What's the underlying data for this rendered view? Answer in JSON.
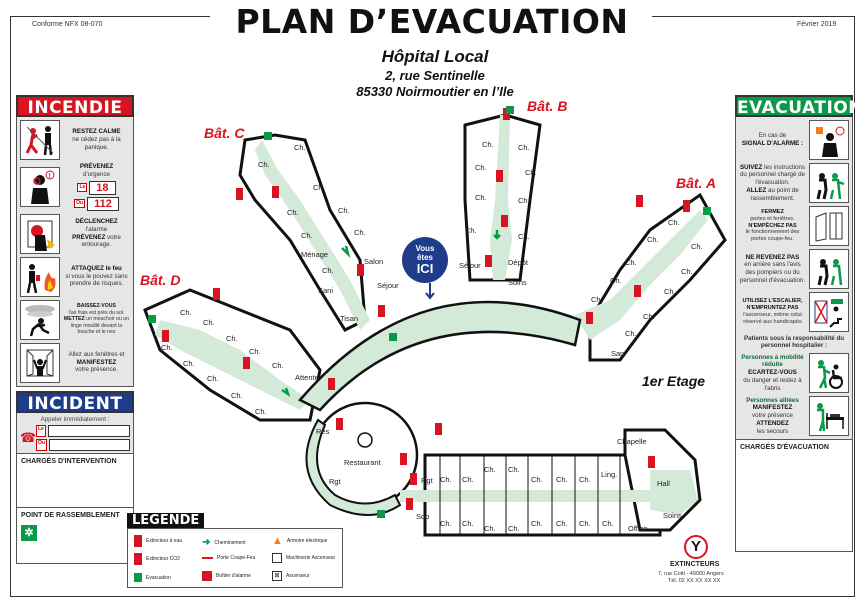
{
  "header": {
    "title": "PLAN D’EVACUATION",
    "standard": "Conforme NFX 08-070",
    "date": "Février 2019",
    "establishment": "Hôpital Local",
    "address_line1": "2, rue Sentinelle",
    "address_line2": "85330 Noirmoutier en l’Ile"
  },
  "colors": {
    "incendie_red": "#d7141f",
    "incident_blue": "#1f3c8a",
    "evacuation_green": "#0a9a47",
    "corridor_green": "#d4ead9",
    "legend_black": "#111111"
  },
  "incendie": {
    "title": "INCENDIE",
    "steps": [
      {
        "icon": "panic-person-icon",
        "bold": "RESTEZ CALME",
        "text": "ne cédez pas à la panique."
      },
      {
        "icon": "phone-call-icon",
        "bold": "PRÉVENEZ",
        "text": "d'urgence",
        "numbers": [
          {
            "tag": "Le",
            "value": "18"
          },
          {
            "tag": "Ou",
            "value": "112"
          }
        ]
      },
      {
        "icon": "alarm-button-icon",
        "bold": "DÉCLENCHEZ",
        "text": "l'alarme",
        "bold2": "PRÉVENEZ",
        "text2": "votre entourage."
      },
      {
        "icon": "extinguisher-use-icon",
        "bold": "ATTAQUEZ le feu",
        "text": "si vous le pouvez sans prendre de risques."
      },
      {
        "icon": "crouch-smoke-icon",
        "bold": "BAISSEZ-VOUS",
        "text": "l'air frais est près du sol.",
        "bold2": "METTEZ",
        "text2": "un mouchoir ou un linge mouillé devant la bouche et le nez"
      },
      {
        "icon": "window-person-icon",
        "text": "Allez aux fenêtres et",
        "bold": "MANIFESTEZ",
        "text2": "votre présence."
      }
    ]
  },
  "incident": {
    "title": "INCIDENT",
    "call_label": "Appeler immédiatement :",
    "phone_tags": [
      "Le",
      "Ou"
    ],
    "phone_values": [
      "",
      ""
    ],
    "charges_intervention": "CHARGÉS D'INTERVENTION",
    "point_rassemblement": "POINT DE RASSEMBLEMENT"
  },
  "evacuation": {
    "title": "EVACUATION",
    "steps": [
      {
        "icon": "alarm-signal-icon",
        "text": "En cas de",
        "bold": "SIGNAL D'ALARME :"
      },
      {
        "icon": "follow-staff-icon",
        "bold": "SUIVEZ",
        "text": "les instructions du personnel chargé de l'évacuation.",
        "bold2": "ALLEZ",
        "text2": "au point de rassemblement."
      },
      {
        "icon": "fire-door-icon",
        "bold": "FERMEZ",
        "text": "portes et fenêtres.",
        "bold2": "N'EMPÊCHEZ PAS",
        "text2": "le fonctionnement des portes coupe-feu."
      },
      {
        "icon": "no-return-icon",
        "bold": "NE REVENEZ PAS",
        "text": "en arrière sans l'avis des pompiers ou du personnel d'évacuation."
      },
      {
        "icon": "stairs-no-elevator-icon",
        "bold": "UTILISEZ L'ESCALIER, N'EMPRUNTEZ PAS",
        "text": "l'ascenseur, même celui réservé aux handicapés"
      }
    ],
    "patients_note": "Patients sous la responsabilité du personnel hospitalier :",
    "patients": [
      {
        "icon": "wheelchair-icon",
        "green": "Personnes à mobilité réduite",
        "bold": "ECARTEZ-VOUS",
        "text": "du danger et restez à l'abris"
      },
      {
        "icon": "bedridden-icon",
        "green": "Personnes alitées",
        "bold": "MANIFESTEZ",
        "text": "votre présence",
        "bold2": "ATTENDEZ",
        "text2": "les secours"
      }
    ],
    "charges_evacuation": "CHARGÉS D'ÉVACUATION"
  },
  "map": {
    "floor": "1er Etage",
    "you_are_here": {
      "line1": "Vous",
      "line2": "êtes",
      "line3": "ICI"
    },
    "buildings": [
      "Bât. A",
      "Bât. B",
      "Bât. C",
      "Bât. D"
    ],
    "rooms": {
      "ch": "Ch.",
      "menage": "Ménage",
      "salon": "Salon",
      "sejour": "Séjour",
      "sani": "Sani",
      "tisan": "Tisan",
      "depot": "Dépôt",
      "soins": "Soins",
      "san": "San",
      "attente": "Attente",
      "res": "Rés",
      "restaurant": "Restaurant",
      "rgt": "Rgt",
      "sdb": "Sdb",
      "chapelle": "Chapelle",
      "ling": "Ling.",
      "hall": "Hall",
      "office": "Office"
    }
  },
  "legend": {
    "title": "LEGENDE",
    "items": [
      {
        "icon": "water-extinguisher-icon",
        "label": "Extincteur à eau"
      },
      {
        "icon": "co2-extinguisher-icon",
        "label": "Extincteur CO2"
      },
      {
        "icon": "evacuation-exit-icon",
        "label": "Evacuation"
      },
      {
        "icon": "route-arrow-icon",
        "label": "Cheminement"
      },
      {
        "icon": "fire-door-icon",
        "label": "Porte Coupe-Feu"
      },
      {
        "icon": "alarm-box-icon",
        "label": "Boîtier d'alarme"
      },
      {
        "icon": "electrical-cabinet-icon",
        "label": "Armoire électrique"
      },
      {
        "icon": "elevator-machinery-icon",
        "label": "Machinerie Ascenseur"
      },
      {
        "icon": "elevator-icon",
        "label": "Ascenseur"
      }
    ]
  },
  "supplier": {
    "name": "EXTINCTEURS",
    "address": "7, rue Cotti - 49000 Angers",
    "phone": "Tél. 02 XX XX XX XX"
  }
}
